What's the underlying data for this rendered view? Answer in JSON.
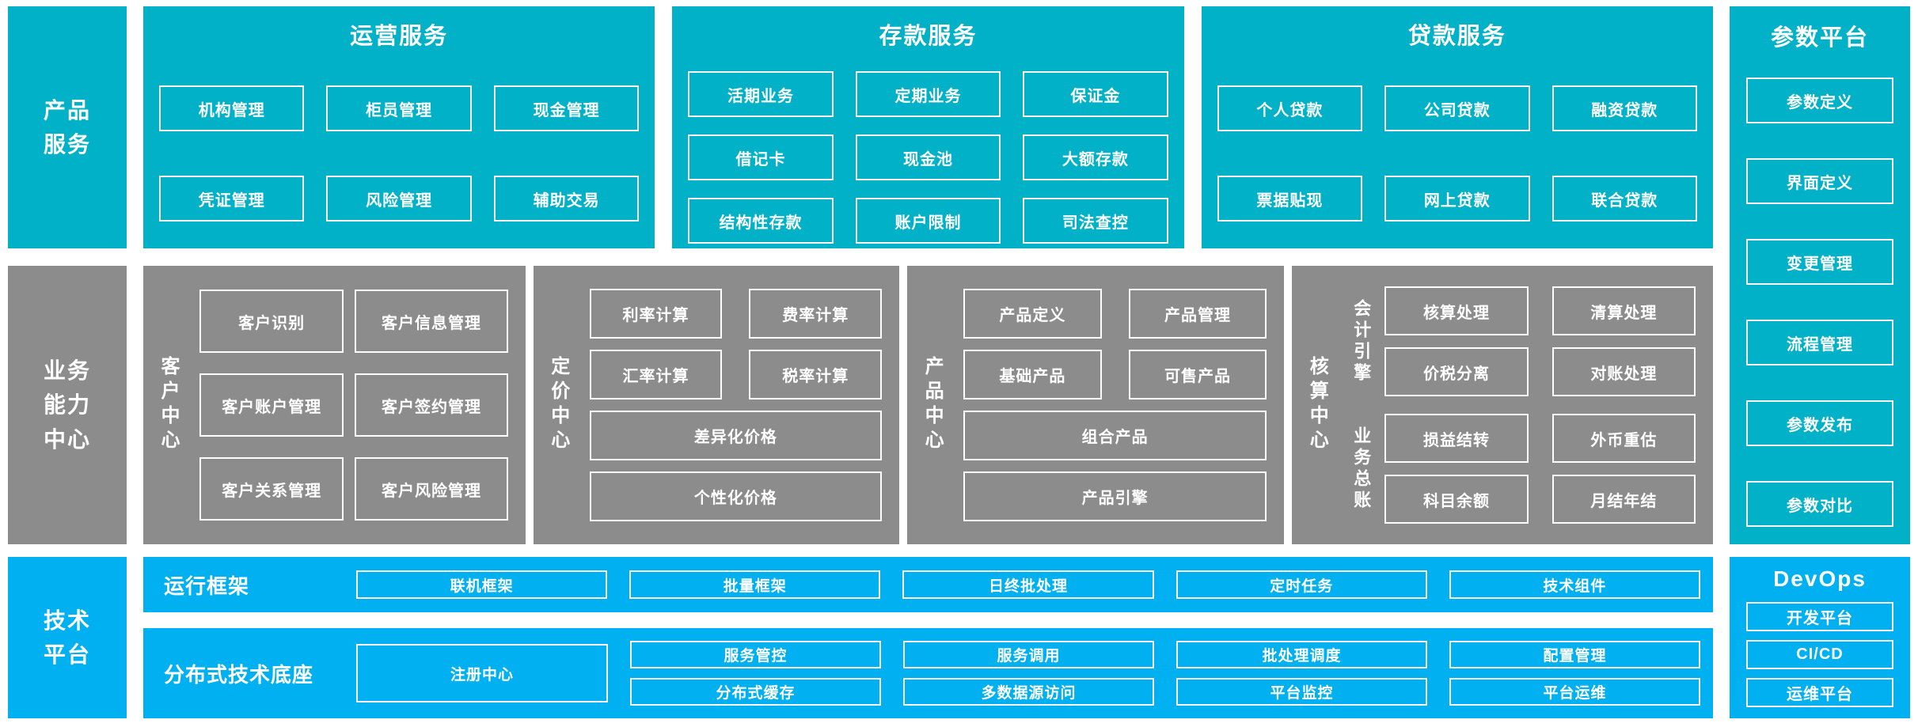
{
  "colors": {
    "teal": "#00b1c7",
    "gray": "#8c8c8c",
    "blue": "#00b0f0",
    "text": "#ffffff"
  },
  "sidebar": {
    "product_services": "产品\n服务",
    "business_center": "业务\n能力\n中心",
    "tech_platform": "技术\n平台"
  },
  "top_panels": [
    {
      "title": "运营服务",
      "items": [
        "机构管理",
        "柜员管理",
        "现金管理",
        "凭证管理",
        "风险管理",
        "辅助交易"
      ]
    },
    {
      "title": "存款服务",
      "items": [
        "活期业务",
        "定期业务",
        "保证金",
        "借记卡",
        "现金池",
        "大额存款",
        "结构性存款",
        "账户限制",
        "司法查控"
      ]
    },
    {
      "title": "贷款服务",
      "items": [
        "个人贷款",
        "公司贷款",
        "融资贷款",
        "票据贴现",
        "网上贷款",
        "联合贷款"
      ]
    }
  ],
  "param_platform": {
    "title": "参数平台",
    "items": [
      "参数定义",
      "界面定义",
      "变更管理",
      "流程管理",
      "参数发布",
      "参数对比"
    ]
  },
  "mid_panels": {
    "customer": {
      "label": "客户中心",
      "items": [
        "客户识别",
        "客户信息管理",
        "客户账户管理",
        "客户签约管理",
        "客户关系管理",
        "客户风险管理"
      ]
    },
    "pricing": {
      "label": "定价中心",
      "items": [
        "利率计算",
        "费率计算",
        "汇率计算",
        "税率计算"
      ],
      "full_items": [
        "差异化价格",
        "个性化价格"
      ]
    },
    "product": {
      "label": "产品中心",
      "items": [
        "产品定义",
        "产品管理",
        "基础产品",
        "可售产品"
      ],
      "full_items": [
        "组合产品",
        "产品引擎"
      ]
    },
    "accounting": {
      "label": "核算中心",
      "groups": [
        {
          "label": "会计引擎",
          "items": [
            "核算处理",
            "清算处理",
            "价税分离",
            "对账处理"
          ]
        },
        {
          "label": "业务总账",
          "items": [
            "损益结转",
            "外币重估",
            "科目余额",
            "月结年结"
          ]
        }
      ]
    }
  },
  "runtime_framework": {
    "label": "运行框架",
    "items": [
      "联机框架",
      "批量框架",
      "日终批处理",
      "定时任务",
      "技术组件"
    ]
  },
  "distributed_base": {
    "label": "分布式技术底座",
    "registry": "注册中心",
    "items": [
      "服务管控",
      "服务调用",
      "批处理调度",
      "配置管理",
      "分布式缓存",
      "多数据源访问",
      "平台监控",
      "平台运维"
    ]
  },
  "devops": {
    "title": "DevOps",
    "items": [
      "开发平台",
      "CI/CD",
      "运维平台"
    ]
  }
}
